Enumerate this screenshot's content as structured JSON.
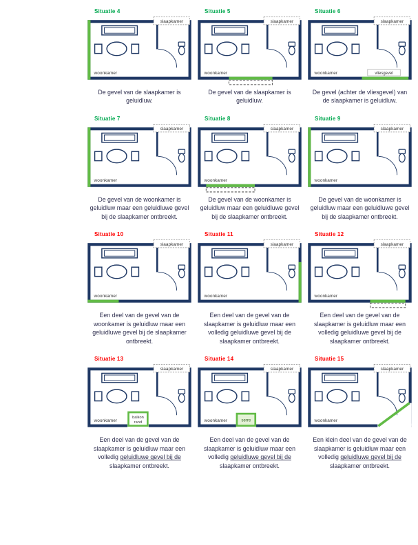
{
  "colors": {
    "wall": "#1f3864",
    "quiet_green": "#62bb46",
    "ok_green": "#00a84f",
    "bad_red": "#fe0000",
    "caption_text": "#2f2f4f"
  },
  "plan_labels": {
    "living_room": "woonkamer",
    "bedroom": "slaapkamer"
  },
  "situations": [
    {
      "title": "Situatie 4",
      "status": "ok",
      "caption": "De gevel van de slaapkamer is geluidluw.",
      "quiet_zone": {
        "type": "edge",
        "edge": "left",
        "span": [
          0,
          100
        ]
      }
    },
    {
      "title": "Situatie 5",
      "status": "ok",
      "caption": "De gevel van de slaapkamer is geluidluw.",
      "quiet_zone": {
        "type": "dashed_screen",
        "span": [
          30,
          72
        ]
      }
    },
    {
      "title": "Situatie 6",
      "status": "ok",
      "caption": "De gevel (achter de vliesgevel) van de slaapkamer is geluidluw.",
      "quiet_zone": {
        "type": "curtain_wall",
        "span": [
          52,
          97
        ],
        "label": "vliesgevel"
      }
    },
    {
      "title": "Situatie 7",
      "status": "ok",
      "caption": "De gevel van de woonkamer is geluidluw maar een geluidluwe gevel bij de slaapkamer ontbreekt.",
      "quiet_zone": {
        "type": "edge",
        "edge": "left",
        "span": [
          0,
          100
        ]
      }
    },
    {
      "title": "Situatie 8",
      "status": "ok",
      "caption": "De gevel van de woonkamer is geluidluw maar een geluidluwe gevel bij de slaapkamer ontbreekt.",
      "quiet_zone": {
        "type": "dashed_screen",
        "span": [
          8,
          55
        ]
      }
    },
    {
      "title": "Situatie 9",
      "status": "ok",
      "caption": "De gevel van de woonkamer is geluidluw maar een geluidluwe gevel bij de slaapkamer ontbreekt.",
      "quiet_zone": {
        "type": "edge",
        "edge": "left",
        "span": [
          0,
          100
        ]
      }
    },
    {
      "title": "Situatie 10",
      "status": "bad",
      "caption": "Een deel van de gevel van de woonkamer is geluidluw maar een geluidluwe gevel bij de slaapkamer ontbreekt.",
      "quiet_zone": {
        "type": "edge",
        "edge": "bottom",
        "span": [
          0,
          30
        ]
      }
    },
    {
      "title": "Situatie 11",
      "status": "bad",
      "caption": "Een deel van de gevel van de slaapkamer is geluidluw maar een volledig geluidluwe gevel bij de slaapkamer ontbreekt.",
      "quiet_zone": {
        "type": "edge",
        "edge": "right",
        "span": [
          32,
          100
        ]
      }
    },
    {
      "title": "Situatie 12",
      "status": "bad",
      "caption": "Een deel van de gevel van de slaapkamer is geluidluw maar een volledig geluidluwe gevel bij de slaapkamer ontbreekt.",
      "quiet_zone": {
        "type": "dashed_screen",
        "span": [
          60,
          94
        ]
      }
    },
    {
      "title": "Situatie 13",
      "status": "bad",
      "caption": "Een deel van de gevel van de slaapkamer is geluidluw maar een volledig geluidluwe gevel bij de slaapkamer ontbreekt.",
      "underline": "geluidluwe gevel bij de",
      "quiet_zone": {
        "type": "balcony_box",
        "label_lines": [
          "balkon",
          "rand"
        ]
      }
    },
    {
      "title": "Situatie 14",
      "status": "bad",
      "caption": "Een deel van de gevel van de slaapkamer is geluidluw maar een volledig geluidluwe gevel bij de slaapkamer ontbreekt.",
      "underline": "geluidluwe gevel bij de",
      "quiet_zone": {
        "type": "serre_box",
        "label": "serre"
      }
    },
    {
      "title": "Situatie 15",
      "status": "bad",
      "caption": "Een klein deel van de gevel van de slaapkamer is geluidluw maar een volledig geluidluwe gevel bij de slaapkamer ontbreekt.",
      "underline": "geluidluwe gevel bij de",
      "quiet_zone": {
        "type": "angled_wall"
      }
    }
  ]
}
